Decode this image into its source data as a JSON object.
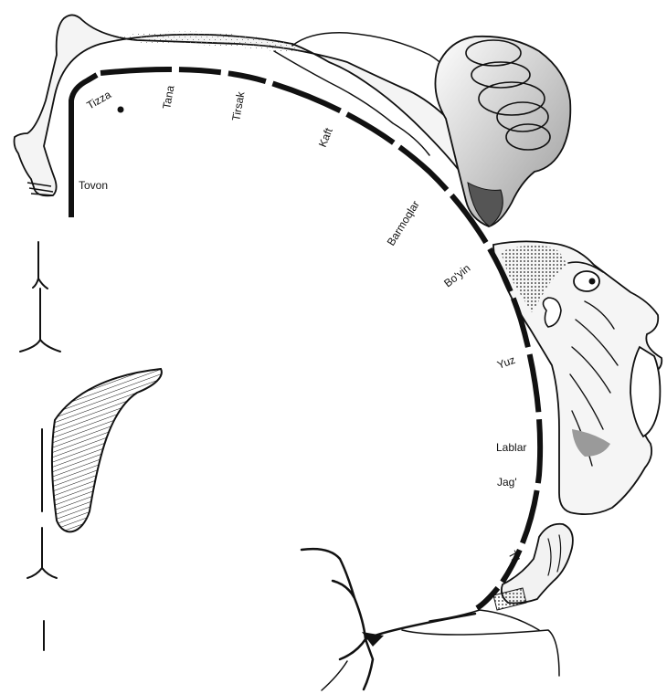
{
  "labels": {
    "tovon": "Tovon",
    "tizza": "Tizza",
    "tana": "Tana",
    "tirsak": "Tirsak",
    "kaft": "Kaft",
    "barmoqlar": "Barmoqlar",
    "boyin": "Bo'yin",
    "yuz": "Yuz",
    "lablar": "Lablar",
    "jag": "Jag'",
    "til": "Til"
  },
  "colors": {
    "ink": "#111111",
    "background": "#ffffff",
    "shade": "#bdbdbd"
  }
}
